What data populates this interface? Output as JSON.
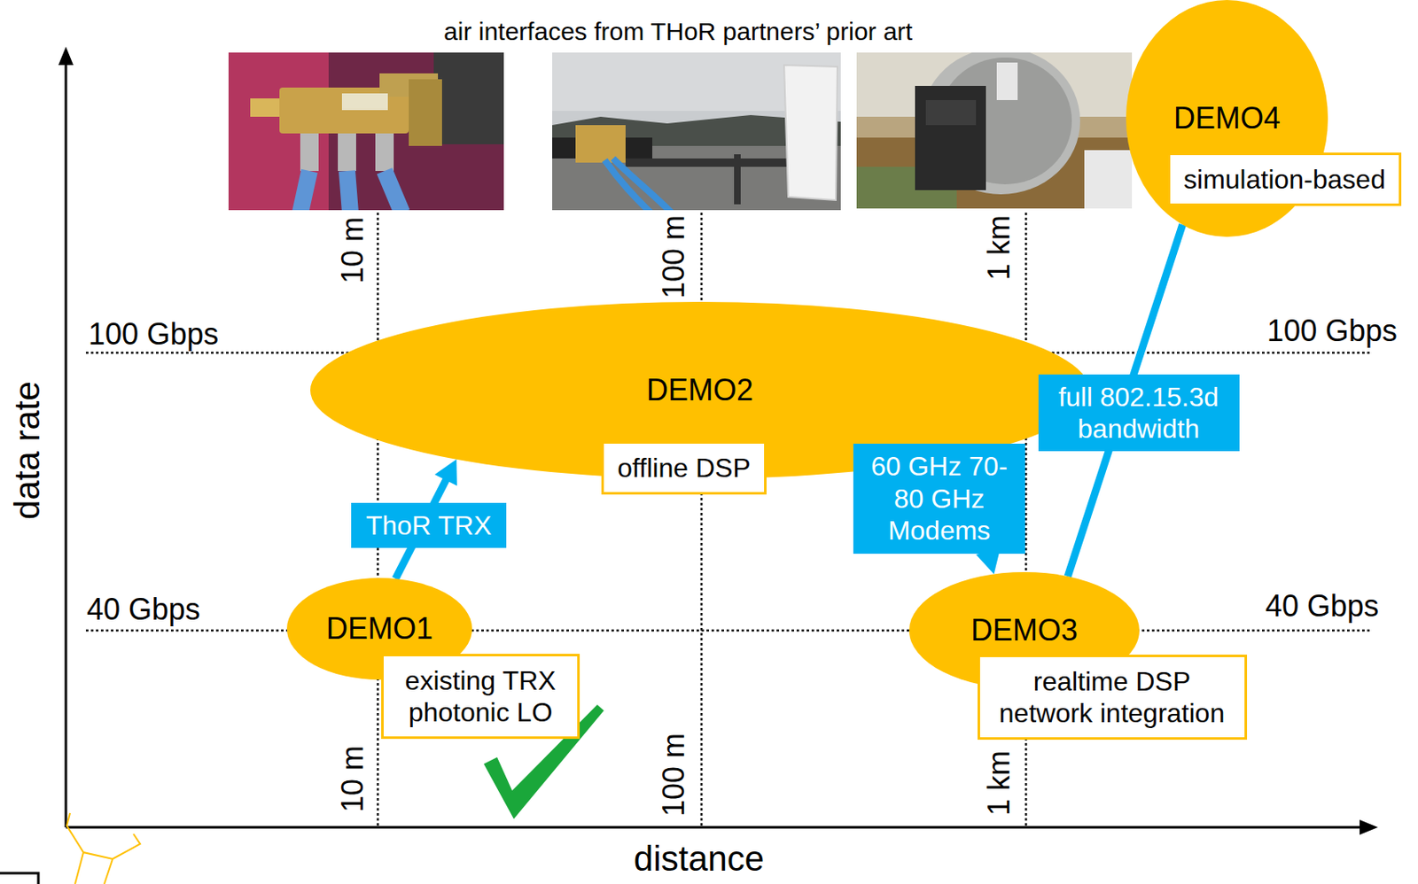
{
  "diagram": {
    "title": "air interfaces from THoR partners’ prior art",
    "nodes": [
      {
        "text": [
          "DEMO1"
        ]
      },
      {
        "text": [
          "existing TRX photonic LO"
        ]
      },
      {
        "text": [
          "DEMO2"
        ]
      },
      {
        "text": [
          "offline DSP"
        ]
      },
      {
        "text": [
          "DEMO3"
        ]
      },
      {
        "text": [
          "realtime DSP network integration"
        ]
      },
      {
        "text": [
          "DEMO4"
        ]
      },
      {
        "text": [
          "simulation-based"
        ]
      }
    ],
    "edges": [
      {
        "from": 0,
        "to": 2,
        "arrow": "to",
        "label": "ThoR TRX"
      },
      {
        "from": 2,
        "to": 4,
        "arrow": "to",
        "label": "60 GHz 70-80 GHz Modems"
      },
      {
        "from": 4,
        "to": 6,
        "arrow": "none",
        "label": "full 802.15.3d bandwidth"
      }
    ],
    "labels": [
      "100 Gbps",
      "100 Gbps",
      "40 Gbps",
      "40 Gbps",
      "10 m",
      "100 m",
      "1 km",
      "10 m",
      "100 m",
      "1 km",
      "data rate",
      "distance"
    ]
  }
}
